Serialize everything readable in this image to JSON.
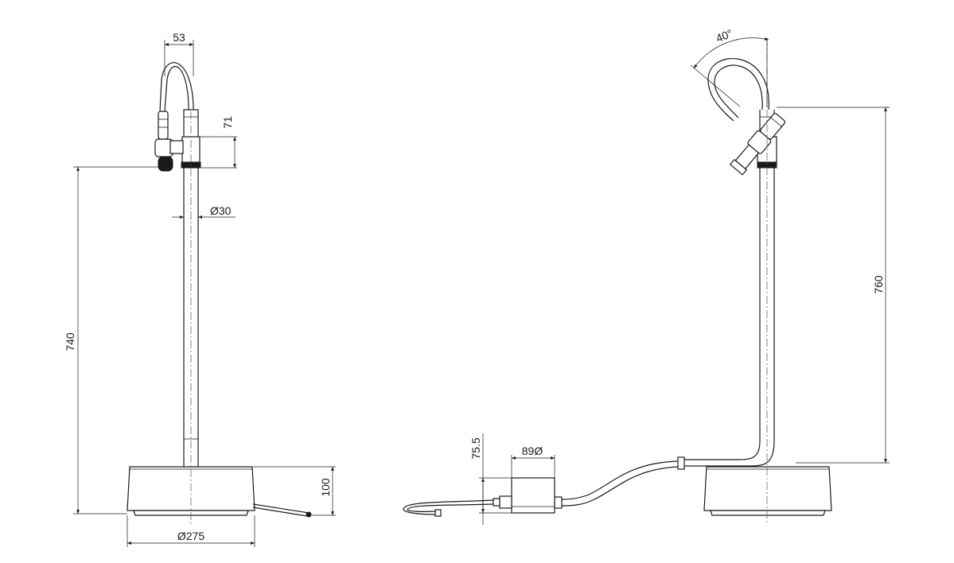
{
  "left_view": {
    "dim_spout_offset": "53",
    "dim_head_height": "71",
    "dim_pipe_diameter": "Ø30",
    "dim_height": "740",
    "dim_base_height": "100",
    "dim_base_diameter": "Ø275"
  },
  "right_view": {
    "dim_angle": "40°",
    "dim_height": "760",
    "dim_box_height": "75.5",
    "dim_box_width": "89Ø"
  }
}
